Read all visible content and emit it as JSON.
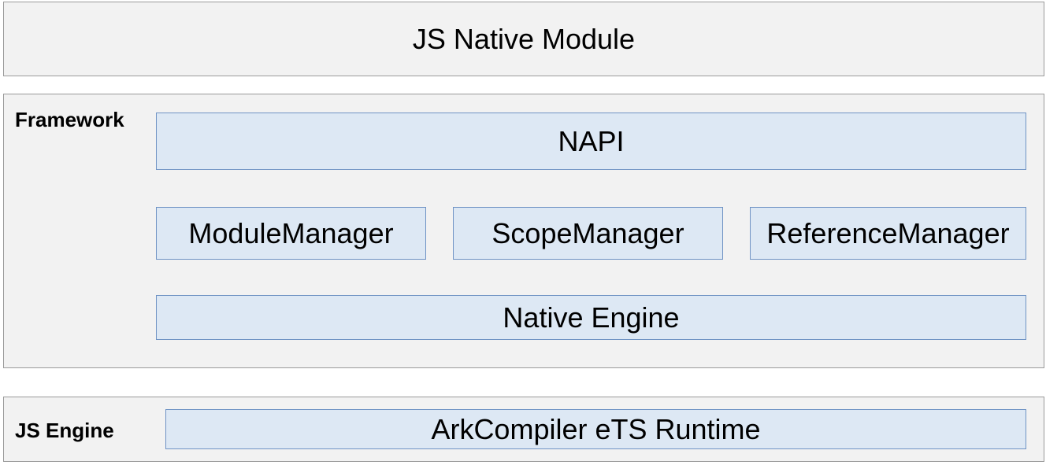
{
  "colors": {
    "layer_background": "#f2f2f2",
    "layer_border": "#9a9a9a",
    "component_fill": "#dde8f4",
    "component_border": "#6f93c4"
  },
  "js_native_module": {
    "label": "JS Native Module"
  },
  "framework": {
    "title": "Framework",
    "napi": "NAPI",
    "module_manager": "ModuleManager",
    "scope_manager": "ScopeManager",
    "reference_manager": "ReferenceManager",
    "native_engine": "Native Engine"
  },
  "js_engine": {
    "title": "JS Engine",
    "runtime": "ArkCompiler eTS Runtime"
  }
}
